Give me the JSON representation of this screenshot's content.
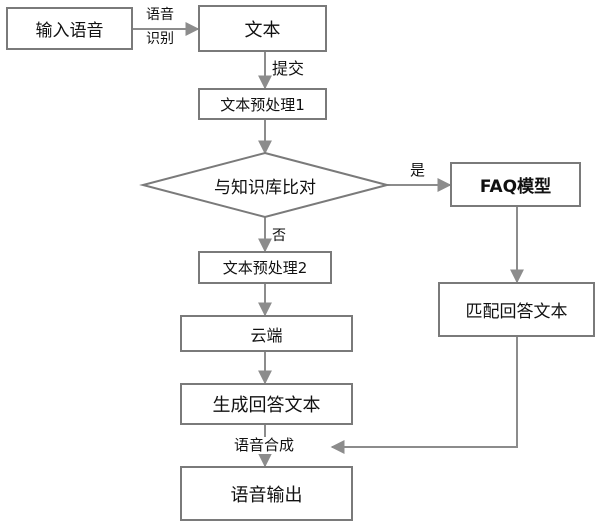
{
  "nodes": {
    "input_voice": "输入语音",
    "text": "文本",
    "preprocess_1": "文本预处理1",
    "kb_compare": "与知识库比对",
    "faq_model": "FAQ模型",
    "preprocess_2": "文本预处理2",
    "cloud": "云端",
    "match_answer": "匹配回答文本",
    "generate_answer": "生成回答文本",
    "voice_output": "语音输出"
  },
  "edge_labels": {
    "speech_recognition_line1": "语音",
    "speech_recognition_line2": "识别",
    "submit": "提交",
    "yes": "是",
    "no": "否",
    "speech_synthesis": "语音合成"
  },
  "colors": {
    "box_border": "#7a7a7a",
    "line": "#8c8c8c",
    "text": "#111111",
    "background": "#ffffff"
  }
}
